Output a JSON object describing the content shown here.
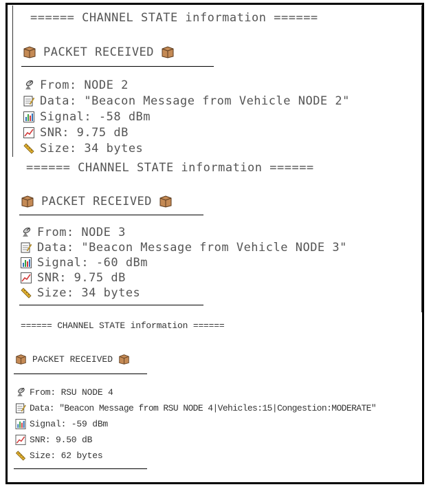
{
  "blocks": [
    {
      "state_title": "====== CHANNEL STATE information ======",
      "packet_label": "PACKET RECEIVED",
      "from": "From: NODE 2",
      "data": "Data: \"Beacon Message from Vehicle NODE 2\"",
      "signal": "Signal: -58 dBm",
      "snr": "SNR: 9.75 dB",
      "size": "Size: 34 bytes"
    },
    {
      "state_title": "====== CHANNEL STATE information ======",
      "packet_label": "PACKET RECEIVED",
      "from": "From: NODE 3",
      "data": "Data: \"Beacon Message from Vehicle NODE 3\"",
      "signal": "Signal: -60 dBm",
      "snr": "SNR: 9.75 dB",
      "size": "Size: 34 bytes"
    },
    {
      "state_title": "====== CHANNEL STATE information ======",
      "packet_label": "PACKET RECEIVED",
      "from": "From: RSU NODE 4",
      "data": "Data: \"Beacon Message from RSU NODE 4|Vehicles:15|Congestion:MODERATE\"",
      "signal": "Signal: -59 dBm",
      "snr": "SNR: 9.50 dB",
      "size": "Size: 62 bytes"
    }
  ],
  "icons": {
    "packet": "package-icon",
    "from": "satellite-antenna-icon",
    "data": "memo-icon",
    "signal": "bar-chart-icon",
    "snr": "line-chart-icon",
    "size": "ruler-icon"
  },
  "colors": {
    "package": "#b07a4a",
    "bars": "#2d6fb6",
    "chart_line": "#d23a3a",
    "ruler": "#e0b030"
  }
}
